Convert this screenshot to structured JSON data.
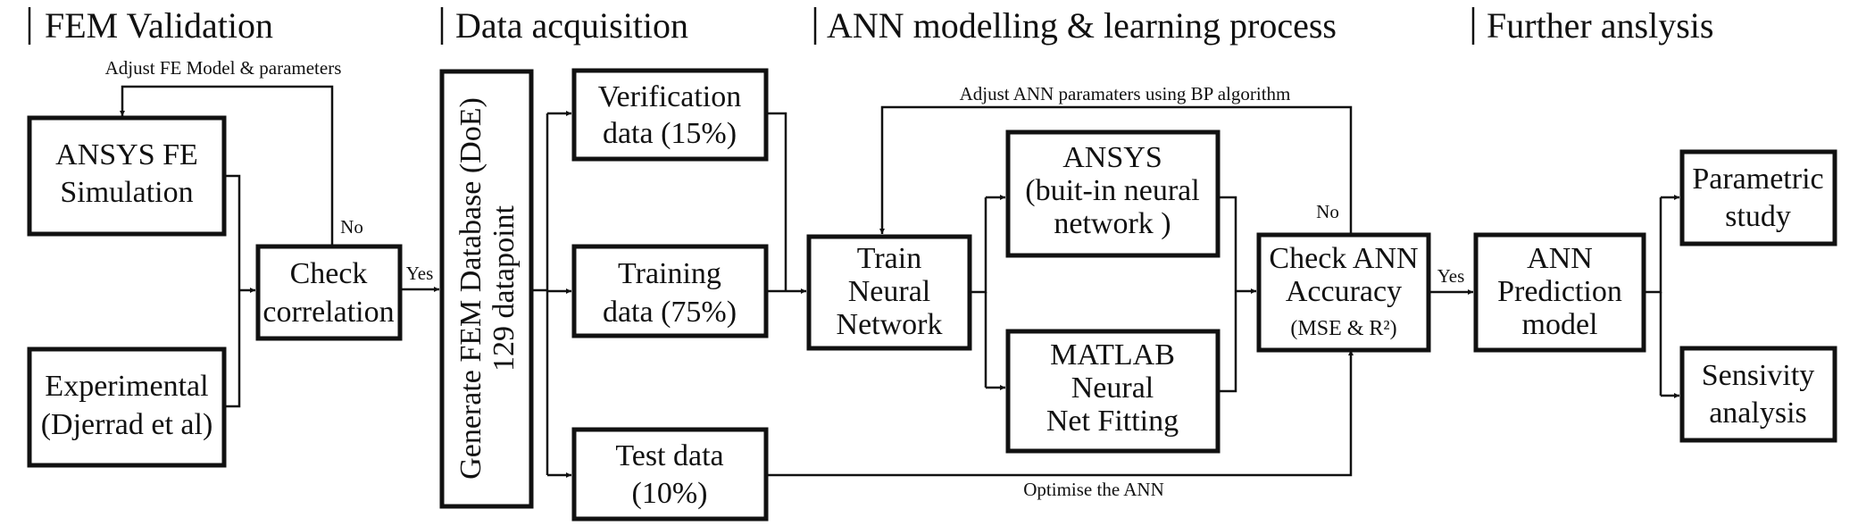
{
  "sections": {
    "fem_validation": "FEM Validation",
    "data_acquisition": "Data acquisition",
    "ann_modelling": "ANN modelling & learning process",
    "further_analysis": "Further anslysis"
  },
  "boxes": {
    "ansys_fe": [
      "ANSYS FE",
      "Simulation"
    ],
    "experimental": [
      "Experimental",
      "(Djerrad et al)"
    ],
    "check_correlation": [
      "Check",
      "correlation"
    ],
    "fem_database": [
      "Generate FEM Database (DoE)",
      "129 datapoint"
    ],
    "verification": [
      "Verification",
      "data (15%)"
    ],
    "training": [
      "Training",
      "data (75%)"
    ],
    "test": [
      "Test data",
      "(10%)"
    ],
    "train_nn": [
      "Train",
      "Neural",
      "Network"
    ],
    "ansys_nn": [
      "ANSYS",
      "(buit-in neural",
      "network )"
    ],
    "matlab_nn": [
      "MATLAB",
      "Neural",
      "Net Fitting"
    ],
    "check_ann": [
      "Check ANN",
      "Accuracy",
      "(MSE & R²)"
    ],
    "ann_prediction": [
      "ANN",
      "Prediction",
      "model"
    ],
    "parametric": [
      "Parametric",
      "study"
    ],
    "sensitivity": [
      "Sensivity",
      "analysis"
    ]
  },
  "labels": {
    "adjust_fe": "Adjust FE Model & parameters",
    "no_fem": "No",
    "yes_fem": "Yes",
    "adjust_ann": "Adjust ANN paramaters using BP algorithm",
    "no_ann": "No",
    "yes_ann": "Yes",
    "optimise": "Optimise the ANN"
  }
}
